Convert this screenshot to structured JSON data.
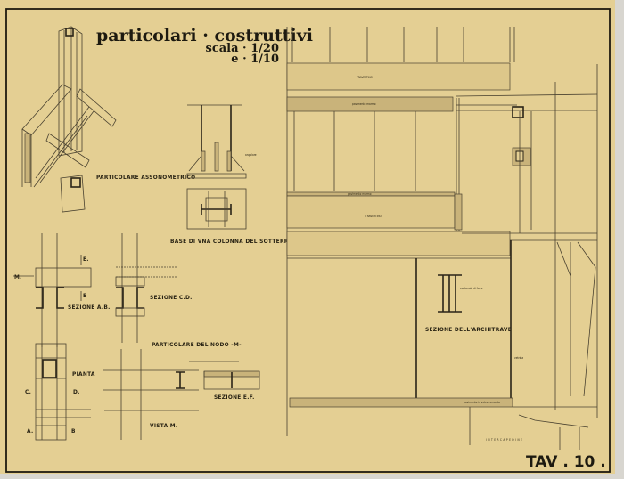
{
  "sheet": {
    "title": "particolari · costruttivi",
    "scale_1": "scala · 1/20",
    "scale_2": "e · 1/10",
    "sheet_number": "TAV . 10 ."
  },
  "details": {
    "axonometric": "PARTICOLARE ASSONOMETRICO",
    "column_base": "BASE DI VNA COLONNA DEL SOTTERRANEO",
    "section_ab": "SEZIONE A.B.",
    "section_cd": "SEZIONE C.D.",
    "node_detail": "PARTICOLARE DEL NODO -M-",
    "plan": "PIANTA",
    "view_m": "VISTA M.",
    "section_ef": "SEZIONE E.F.",
    "architrave_section": "SEZIONE DELL'ARCHITRAVE",
    "interior": "INTERCAPEDINE"
  },
  "markers": {
    "m_arrow": "M.",
    "e_top": "E.",
    "e_bottom": "E",
    "c": "C.",
    "d": "D.",
    "a": "A.",
    "b": "B"
  },
  "annotations": {
    "travertino_top": "TRAVERTINO",
    "travertino_bottom": "TRAVERTINO",
    "pavimento_top": "pavimento marmo",
    "pavimento_mid": "pavimento marmo",
    "angolare": "angolare",
    "armatura": "cantonale di ferro",
    "vetro": "vetrina",
    "intercapedine_note": "pavimento in vetro-cemento"
  }
}
